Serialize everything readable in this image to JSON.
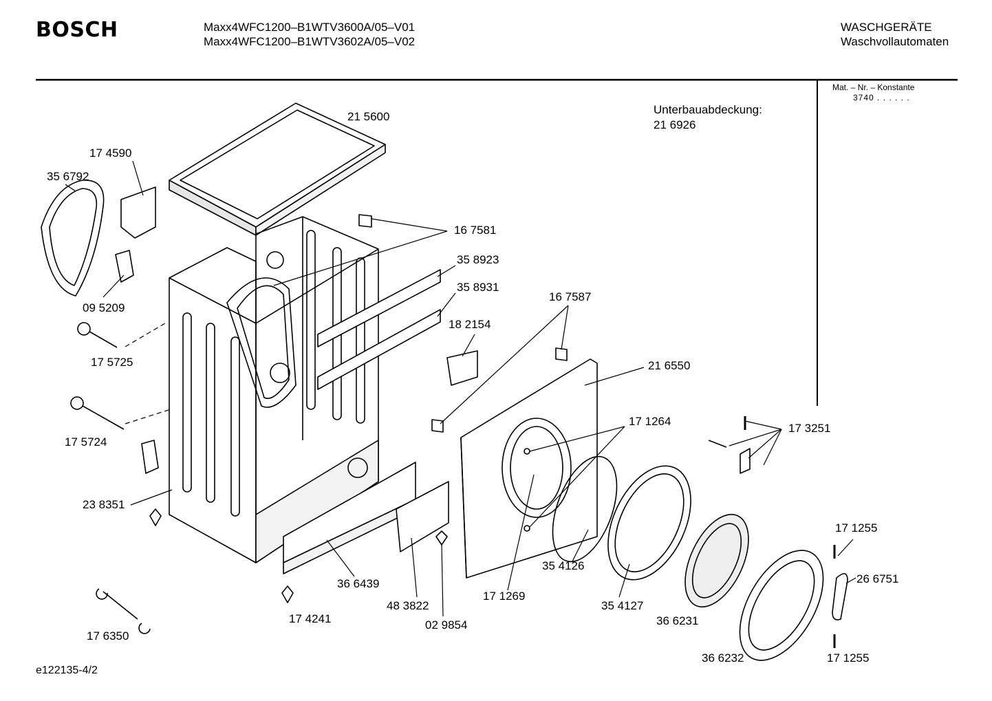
{
  "header": {
    "brand": "BOSCH",
    "model_line_1": "Maxx4WFC1200–B1WTV3600A/05–V01",
    "model_line_2": "Maxx4WFC1200–B1WTV3602A/05–V02",
    "category": "WASCHGERÄTE",
    "subcategory": "Waschvollautomaten"
  },
  "side_panel": {
    "heading": "Mat. – Nr. – Konstante",
    "value": "3740 . . . . . ."
  },
  "note": {
    "label": "Unterbauabdeckung:",
    "part": "21 6926"
  },
  "parts": [
    "21 5600",
    "17 4590",
    "35 6792",
    "16 7581",
    "35 8923",
    "35 8931",
    "09 5209",
    "17 5725",
    "18 2154",
    "16 7587",
    "21 6550",
    "17 5724",
    "17 1264",
    "17 3251",
    "23 8351",
    "35 4126",
    "17 1255",
    "26 6751",
    "36 6439",
    "17 1269",
    "48 3822",
    "35 4127",
    "36 6231",
    "17 4241",
    "02 9854",
    "17 6350",
    "36 6232",
    "17 1255"
  ],
  "footer": {
    "doc_id": "e122135-4/2"
  },
  "colors": {
    "ink": "#000000",
    "paper": "#ffffff",
    "shade": "#d9d9d9"
  }
}
